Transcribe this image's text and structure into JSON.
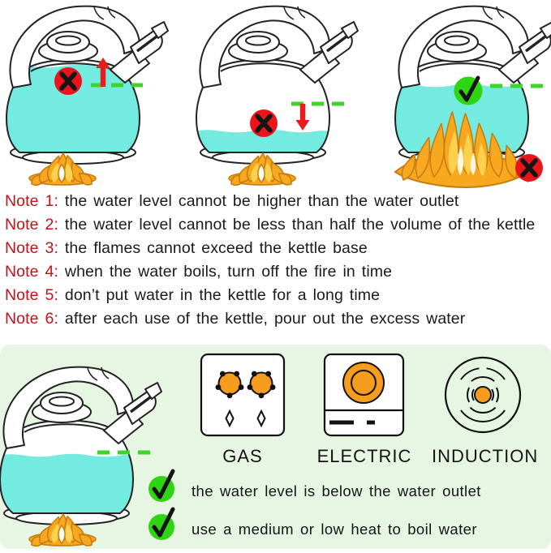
{
  "figures": {
    "top": [
      {
        "name": "water-too-high",
        "mark": "x",
        "arrow": "up"
      },
      {
        "name": "water-too-low",
        "mark": "x",
        "arrow": "down"
      },
      {
        "name": "water-correct-flame-too-big",
        "mark": "check",
        "flame_mark": "x"
      }
    ],
    "bottom": {
      "name": "correct-usage"
    }
  },
  "notes": [
    {
      "label": "Note 1:",
      "text": "the water level cannot be higher than the water outlet"
    },
    {
      "label": "Note 2:",
      "text": "the water level cannot be less than half the volume of the kettle"
    },
    {
      "label": "Note 3:",
      "text": "the flames cannot exceed the kettle base"
    },
    {
      "label": "Note 4:",
      "text": "when the water boils, turn off the fire in time"
    },
    {
      "label": "Note 5:",
      "text": "don’t put water in the kettle for a long time"
    },
    {
      "label": "Note 6:",
      "text": "after each use of the kettle, pour out the excess water"
    }
  ],
  "stove_types": [
    {
      "label": "GAS"
    },
    {
      "label": "ELECTRIC"
    },
    {
      "label": "INDUCTION"
    }
  ],
  "tips": [
    {
      "text": "the water level is below the water outlet"
    },
    {
      "text": "use a medium or low heat to boil water"
    }
  ],
  "colors": {
    "water": "#74ebe0",
    "flame_orange": "#f8a81f",
    "flame_outline": "#c87d10",
    "flame_yellow": "#fcd14d",
    "x_red": "#e9151a",
    "check_green": "#2fd513",
    "dash_green": "#3fd32b",
    "arrow_red": "#e81c1c",
    "note_red": "#c1121a",
    "panel_green": "#e6f6e2",
    "burner_orange": "#f79d1e",
    "line_black": "#1a1a1a"
  }
}
